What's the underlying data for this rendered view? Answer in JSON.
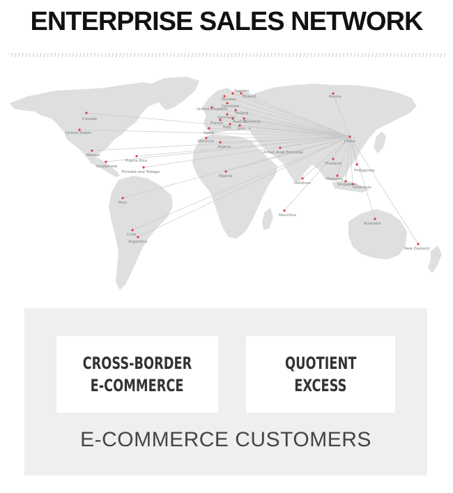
{
  "title": "ENTERPRISE SALES NETWORK",
  "colors": {
    "land": "#dedfdf",
    "dot": "#e23b3b",
    "route": "#c8c8c8",
    "panel": "#efefef"
  },
  "hub": "China",
  "cities": [
    {
      "name": "Russia"
    },
    {
      "name": "Norway"
    },
    {
      "name": "Sweden"
    },
    {
      "name": "Finland"
    },
    {
      "name": "United Kingdom"
    },
    {
      "name": "Denmark"
    },
    {
      "name": "Poland"
    },
    {
      "name": "Germany"
    },
    {
      "name": "France"
    },
    {
      "name": "Austria"
    },
    {
      "name": "Romania"
    },
    {
      "name": "Italy"
    },
    {
      "name": "Spain"
    },
    {
      "name": "Greece"
    },
    {
      "name": "Canada"
    },
    {
      "name": "United States"
    },
    {
      "name": "Mexico"
    },
    {
      "name": "Guatemala"
    },
    {
      "name": "Puerto Rico"
    },
    {
      "name": "Trinidad and Tobago"
    },
    {
      "name": "Morocco"
    },
    {
      "name": "Algeria"
    },
    {
      "name": "Nigeria"
    },
    {
      "name": "United Arab Emirates"
    },
    {
      "name": "China"
    },
    {
      "name": "Thailand"
    },
    {
      "name": "Philippines"
    },
    {
      "name": "Malaysia"
    },
    {
      "name": "Singapore"
    },
    {
      "name": "Indonesia"
    },
    {
      "name": "Maldives"
    },
    {
      "name": "Mauritius"
    },
    {
      "name": "Peru"
    },
    {
      "name": "Chile"
    },
    {
      "name": "Argentina"
    },
    {
      "name": "Australia"
    },
    {
      "name": "New Zealand"
    }
  ],
  "cards": [
    {
      "line1": "CROSS-BORDER",
      "line2": "E-COMMERCE"
    },
    {
      "line1": "QUOTIENT",
      "line2": "EXCESS"
    }
  ],
  "footer": "E-COMMERCE CUSTOMERS"
}
